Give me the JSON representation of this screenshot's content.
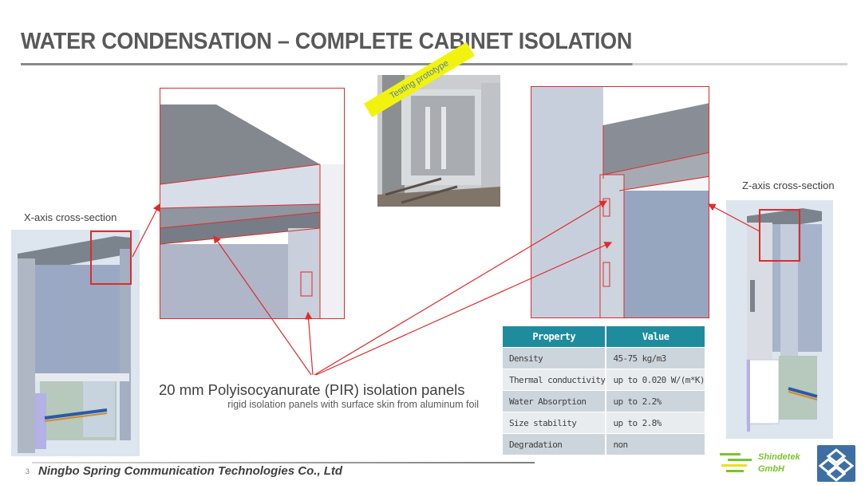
{
  "slide": {
    "title": "WATER CONDENSATION – COMPLETE CABINET ISOLATION",
    "slide_number": "3",
    "company": "Ningbo Spring Communication Technologies Co., Ltd"
  },
  "labels": {
    "x_axis": "X-axis cross-section",
    "z_axis": "Z-axis cross-section",
    "photo_banner": "Testing prototype"
  },
  "caption": {
    "main": "20 mm Polyisocyanurate (PIR) isolation panels",
    "sub": "rigid isolation panels with surface skin from aluminum foil"
  },
  "table": {
    "headers": [
      "Property",
      "Value"
    ],
    "rows": [
      {
        "property": "Density",
        "value": "45-75 kg/m3"
      },
      {
        "property": "Thermal conductivity",
        "value": "up to 0.020 W/(m*K)"
      },
      {
        "property": "Water Absorption",
        "value": "up to 2.2%"
      },
      {
        "property": "Size stability",
        "value": "up to 2.8%"
      },
      {
        "property": "Degradation",
        "value": "non"
      }
    ]
  },
  "brand": {
    "line1": "Shindetek",
    "line2": "GmbH"
  },
  "colors": {
    "title": "#595959",
    "accent_red": "#e02b2b",
    "table_header": "#1f8c9e",
    "brand_green": "#79c52a",
    "logo_blue": "#3d6fa5"
  }
}
